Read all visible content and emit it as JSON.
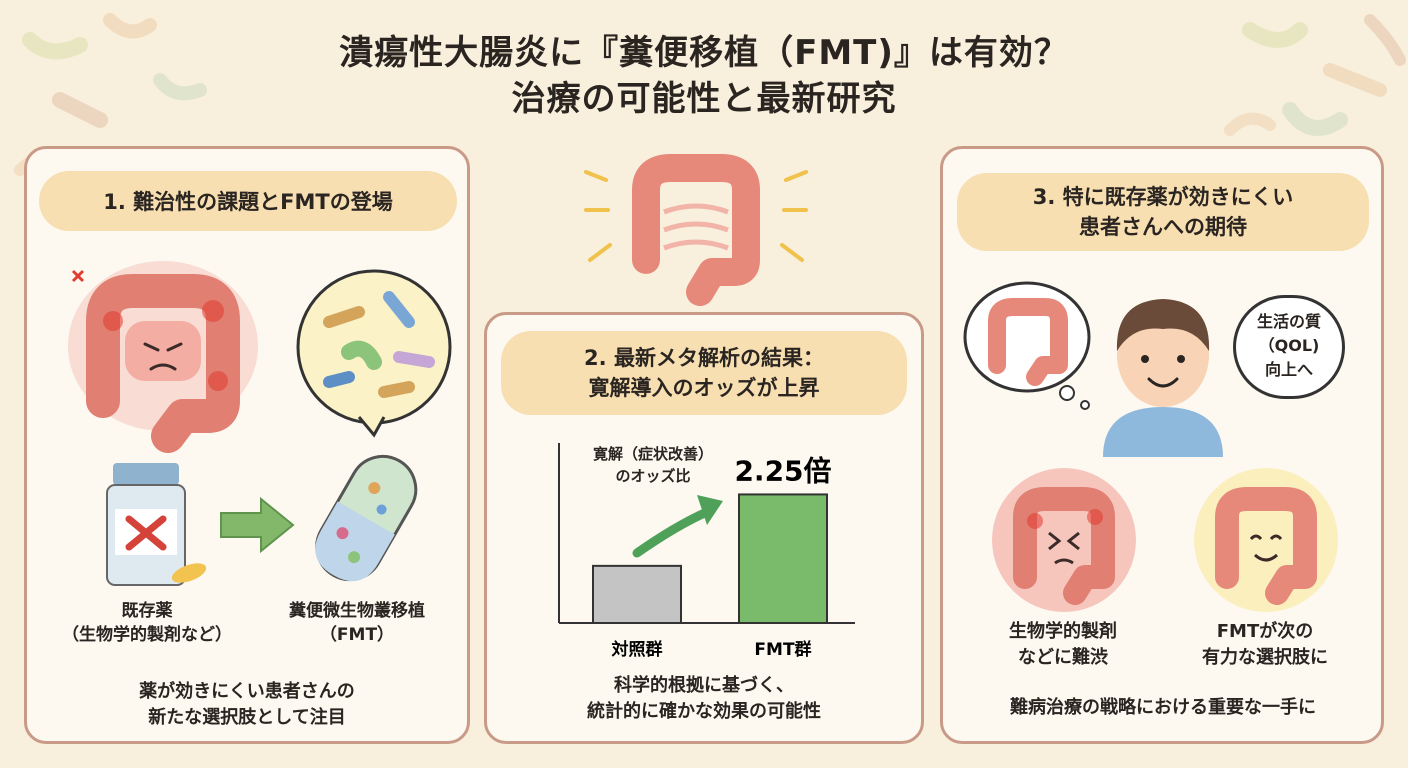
{
  "title": {
    "line1": "潰瘍性大腸炎に『糞便移植（FMT)』は有効？",
    "line2": "治療の可能性と最新研究"
  },
  "panel1": {
    "heading": "1. 難治性の課題とFMTの登場",
    "existing_drug_label": "既存薬\n（生物学的製剤など）",
    "fmt_label": "糞便微生物叢移植\n（FMT）",
    "caption": "薬が効きにくい患者さんの\n新たな選択肢として注目"
  },
  "panel2": {
    "heading": "2. 最新メタ解析の結果：\n寛解導入のオッズが上昇",
    "caption": "科学的根拠に基づく、\n統計的に確かな効果の可能性"
  },
  "panel3": {
    "heading": "3. 特に既存薬が効きにくい\n患者さんへの期待",
    "speech": "生活の質\n（QOL)\n向上へ",
    "left_label": "生物学的製剤\nなどに難渋",
    "right_label": "FMTが次の\n有力な選択肢に",
    "caption": "難病治療の戦略における重要な一手に"
  },
  "chart_data": {
    "type": "bar",
    "ylabel": "寛解（症状改善）\nのオッズ比",
    "categories": [
      "対照群",
      "FMT群"
    ],
    "values": [
      1,
      2.25
    ],
    "data_labels": [
      "",
      "2.25倍"
    ],
    "ylim": [
      0,
      3.15
    ],
    "colors": [
      "#c4c4c4",
      "#79bb6a"
    ]
  },
  "colors": {
    "background": "#f8efdc",
    "panel_border": "#c99a87",
    "heading_pill": "#f7dfb1",
    "colon": "#e58a7c",
    "inflamed": "#e23b30",
    "fmt_green": "#79bb6a",
    "arrow_green": "#6aab5d"
  }
}
